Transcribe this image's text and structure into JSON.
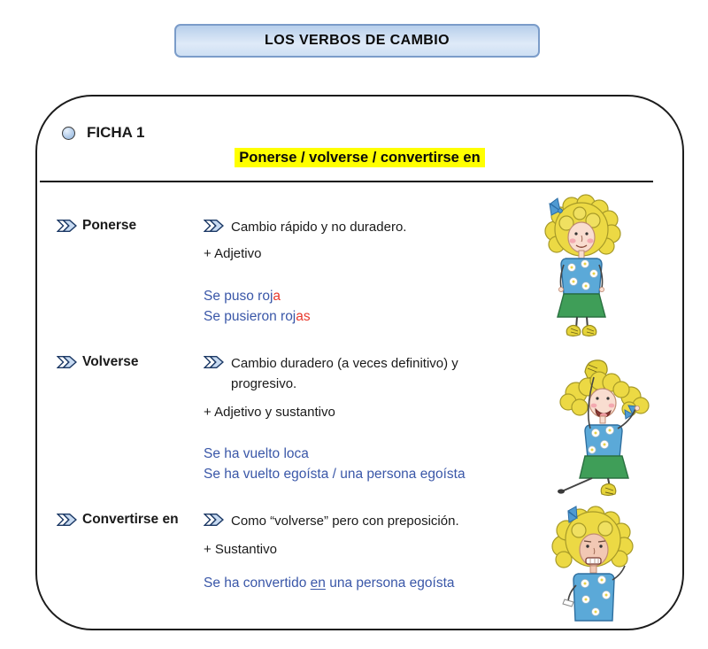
{
  "page": {
    "title": "LOS VERBOS DE CAMBIO"
  },
  "card": {
    "ficha_label": "FICHA 1",
    "subtitle": "Ponerse / volverse / convertirse en",
    "sections": [
      {
        "label": "Ponerse",
        "description": "Cambio rápido y no duradero.",
        "complement": "+ Adjetivo",
        "examples": {
          "line1_blue": "Se puso roj",
          "line1_red": "a",
          "line2_blue": "Se pusieron roj",
          "line2_red": "as"
        }
      },
      {
        "label": "Volverse",
        "description": "Cambio duradero (a veces definitivo) y progresivo.",
        "complement": "+ Adjetivo y sustantivo",
        "examples": {
          "line1": "Se ha vuelto loca",
          "line2": "Se ha vuelto egoísta / una persona egoísta"
        }
      },
      {
        "label": "Convertirse en",
        "description": "Como “volverse” pero con preposición.",
        "complement": "+ Sustantivo",
        "examples": {
          "line1_pre": "Se ha convertido ",
          "line1_underlined": "en",
          "line1_post": " una persona egoísta"
        }
      }
    ],
    "illustrations": [
      "girl-standing",
      "girl-cheering",
      "girl-annoyed"
    ]
  },
  "colors": {
    "highlight_yellow": "#ffff00",
    "example_blue": "#3a57a8",
    "example_red": "#e8392d",
    "title_box_border": "#7b9cc9",
    "arrow_fill": "#c8dbf2"
  }
}
